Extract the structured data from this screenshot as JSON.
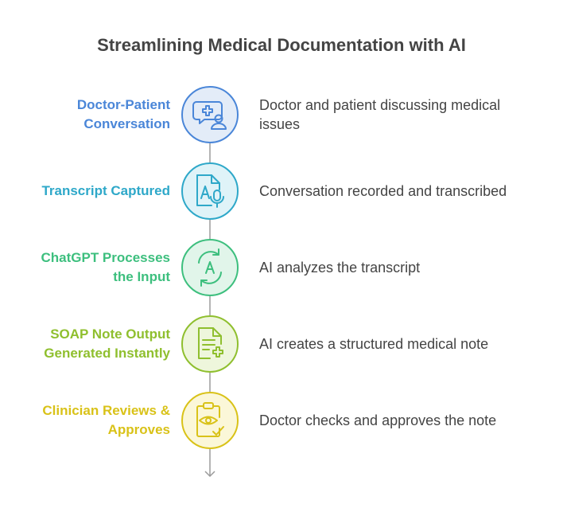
{
  "title": "Streamlining Medical Documentation with AI",
  "steps": [
    {
      "label_lines": [
        "Doctor-Patient",
        "Conversation"
      ],
      "description_lines": [
        "Doctor and patient discussing medical",
        "issues"
      ],
      "icon": "doctor-patient-icon",
      "color": "#4a86d8",
      "fill": "#e3ecf8"
    },
    {
      "label_lines": [
        "Transcript Captured"
      ],
      "description_lines": [
        "Conversation recorded and transcribed"
      ],
      "icon": "transcript-microphone-icon",
      "color": "#2ea8c9",
      "fill": "#dff3f8"
    },
    {
      "label_lines": [
        "ChatGPT Processes",
        "the Input"
      ],
      "description_lines": [
        "AI analyzes the transcript"
      ],
      "icon": "ai-processing-icon",
      "color": "#3dbf7e",
      "fill": "#e1f5ea"
    },
    {
      "label_lines": [
        "SOAP Note Output",
        "Generated Instantly"
      ],
      "description_lines": [
        "AI creates a structured medical note"
      ],
      "icon": "medical-note-icon",
      "color": "#8fbf2e",
      "fill": "#eef6dc"
    },
    {
      "label_lines": [
        "Clinician Reviews &",
        "Approves"
      ],
      "description_lines": [
        "Doctor checks and approves the note"
      ],
      "icon": "clipboard-review-icon",
      "color": "#d9c218",
      "fill": "#fbf7d8"
    }
  ]
}
